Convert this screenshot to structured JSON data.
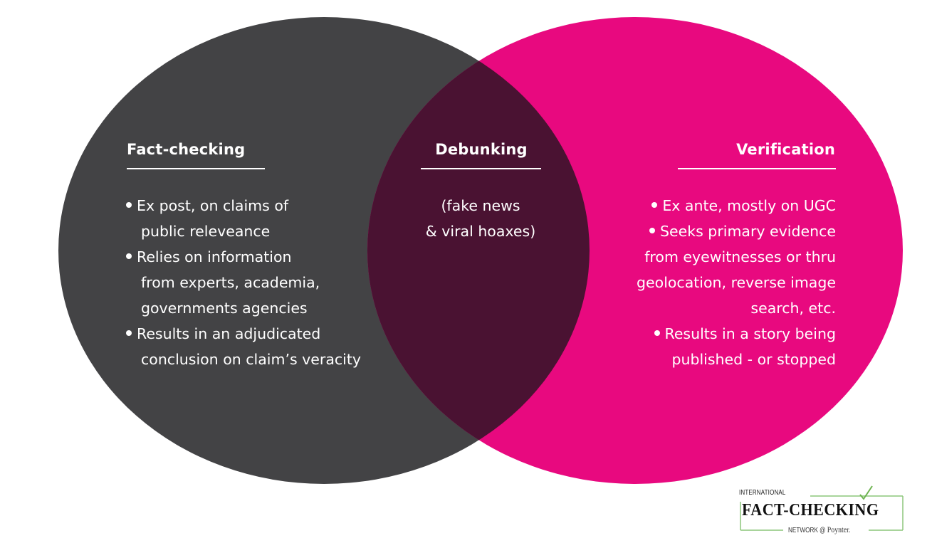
{
  "colors": {
    "fact_checking_circle": "#434345",
    "verification_circle": "#E8097F",
    "overlap": "#4A1232",
    "text": "#FFFFFF",
    "logo_accent": "#8CC67A"
  },
  "fact_checking": {
    "title": "Fact-checking",
    "bullets": [
      {
        "lines": [
          "Ex post, on claims of",
          "public releveance"
        ]
      },
      {
        "lines": [
          "Relies on information",
          "from experts, academia,",
          "governments agencies"
        ]
      },
      {
        "lines": [
          "Results in an adjudicated",
          "conclusion on claim’s veracity"
        ]
      }
    ]
  },
  "debunking": {
    "title": "Debunking",
    "lines": [
      "(fake news",
      "& viral hoaxes)"
    ]
  },
  "verification": {
    "title": "Verification",
    "bullets": [
      {
        "lines": [
          "Ex ante, mostly on UGC"
        ]
      },
      {
        "lines": [
          "Seeks primary evidence",
          "from eyewitnesses or thru",
          "geolocation, reverse image",
          "search, etc."
        ]
      },
      {
        "lines": [
          "Results in a story being",
          "published - or stopped"
        ]
      }
    ]
  },
  "logo": {
    "line1": "INTERNATIONAL",
    "line2": "FACT-CHECKING",
    "line3_prefix": "NETWORK @",
    "line3_brand": "Poynter."
  }
}
